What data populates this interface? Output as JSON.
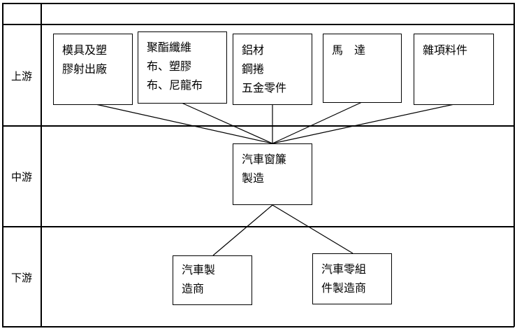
{
  "stages": {
    "upstream": "上游",
    "midstream": "中游",
    "downstream": "下游"
  },
  "nodes": {
    "mold": [
      "模具及塑",
      "膠射出廠"
    ],
    "fabric": [
      "聚酯纖維",
      "布、塑膠",
      "布、尼龍布"
    ],
    "metal": [
      "鋁材",
      "鋼捲",
      "五金零件"
    ],
    "motor": [
      "馬　達"
    ],
    "misc": [
      "雜項料件"
    ],
    "curtain": [
      "汽車窗簾",
      "製造"
    ],
    "automaker": [
      "汽車製",
      "造商"
    ],
    "parts_maker": [
      "汽車零組",
      "件製造商"
    ]
  }
}
